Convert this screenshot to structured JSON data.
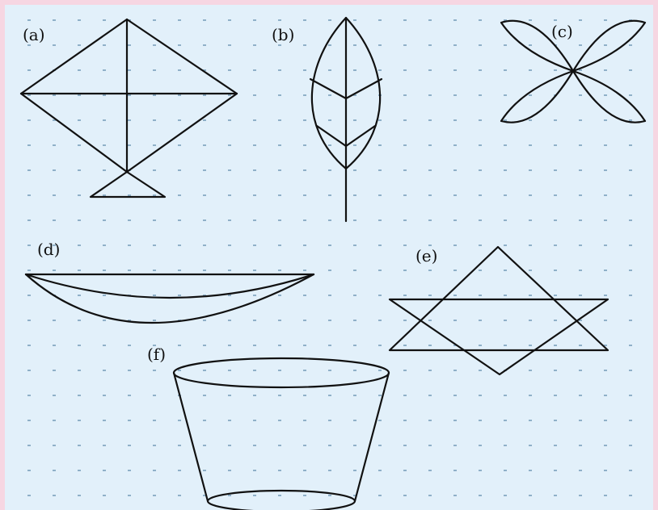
{
  "colors": {
    "frame": "#f6d6e2",
    "paper": "#e2f0fa",
    "dot": "#8fb0c8",
    "ink": "#111111"
  },
  "figures": [
    {
      "id": "a",
      "label": "(a)",
      "name": "kite"
    },
    {
      "id": "b",
      "label": "(b)",
      "name": "leaf"
    },
    {
      "id": "c",
      "label": "(c)",
      "name": "four-petal-flower"
    },
    {
      "id": "d",
      "label": "(d)",
      "name": "boat"
    },
    {
      "id": "e",
      "label": "(e)",
      "name": "six-pointed-star"
    },
    {
      "id": "f",
      "label": "(f)",
      "name": "bucket"
    }
  ]
}
